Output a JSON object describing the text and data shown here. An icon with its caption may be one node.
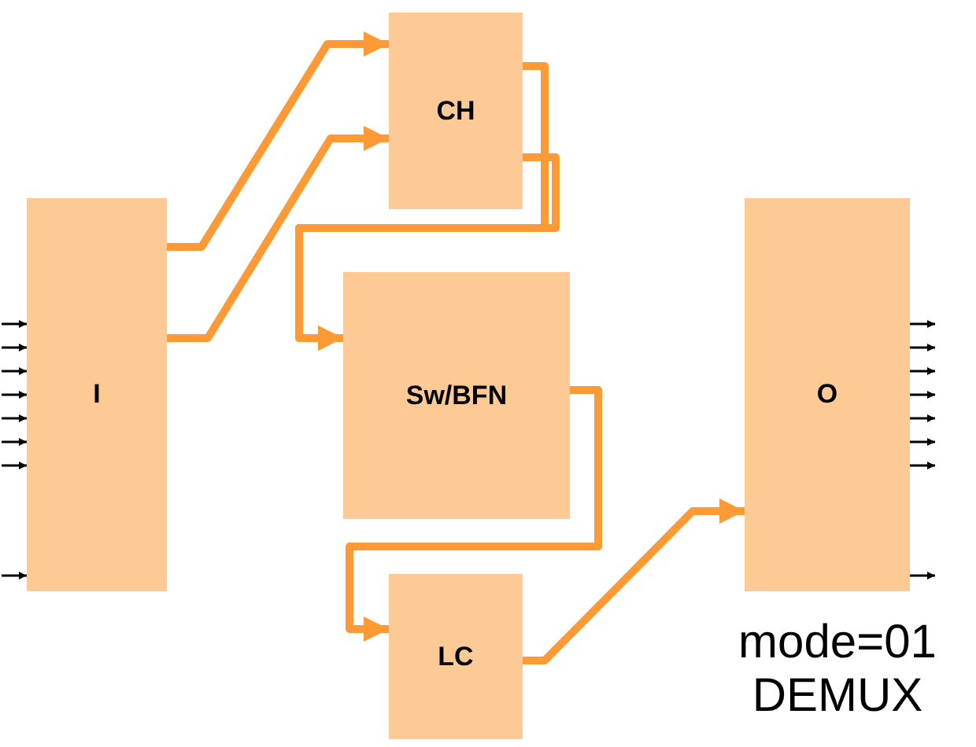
{
  "diagram": {
    "nodes": [
      {
        "text": [
          "I"
        ]
      },
      {
        "text": [
          "CH"
        ]
      },
      {
        "text": [
          "Sw/BFN"
        ]
      },
      {
        "text": [
          "LC"
        ]
      },
      {
        "text": [
          "O"
        ]
      }
    ],
    "edges": [
      {
        "from": 0,
        "to": 1,
        "arrow": "to",
        "style": "thick",
        "color": "#fd9a36"
      },
      {
        "from": 0,
        "to": 1,
        "arrow": "to",
        "style": "thick",
        "color": "#fd9a36"
      },
      {
        "from": 1,
        "to": 2,
        "arrow": "to",
        "style": "thick",
        "color": "#fd9a36"
      },
      {
        "from": 1,
        "to": 2,
        "arrow": "to",
        "style": "thick",
        "color": "#fd9a36"
      },
      {
        "from": 2,
        "to": 3,
        "arrow": "to",
        "style": "thick",
        "color": "#fd9a36"
      },
      {
        "from": 3,
        "to": 4,
        "arrow": "to",
        "style": "thick",
        "color": "#fd9a36"
      },
      {
        "from": null,
        "to": 0,
        "arrow": "to"
      },
      {
        "from": null,
        "to": 0,
        "arrow": "to"
      },
      {
        "from": null,
        "to": 0,
        "arrow": "to"
      },
      {
        "from": null,
        "to": 0,
        "arrow": "to"
      },
      {
        "from": null,
        "to": 0,
        "arrow": "to"
      },
      {
        "from": null,
        "to": 0,
        "arrow": "to"
      },
      {
        "from": null,
        "to": 0,
        "arrow": "to"
      },
      {
        "from": null,
        "to": 0,
        "arrow": "to"
      },
      {
        "from": 4,
        "to": null,
        "arrow": "to"
      },
      {
        "from": 4,
        "to": null,
        "arrow": "to"
      },
      {
        "from": 4,
        "to": null,
        "arrow": "to"
      },
      {
        "from": 4,
        "to": null,
        "arrow": "to"
      },
      {
        "from": 4,
        "to": null,
        "arrow": "to"
      },
      {
        "from": 4,
        "to": null,
        "arrow": "to"
      },
      {
        "from": 4,
        "to": null,
        "arrow": "to"
      },
      {
        "from": 4,
        "to": null,
        "arrow": "to"
      }
    ],
    "labels": [
      "mode=01 DEMUX"
    ]
  }
}
